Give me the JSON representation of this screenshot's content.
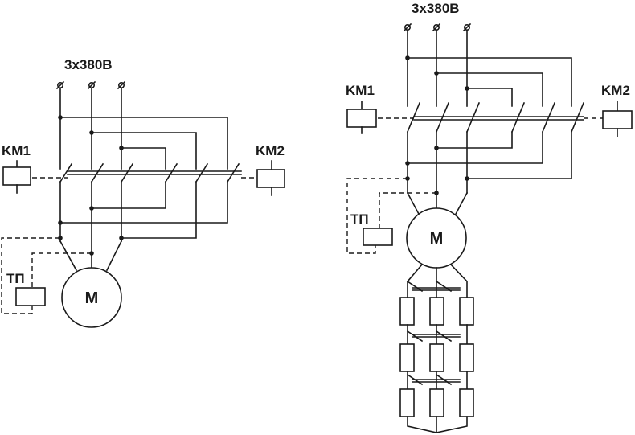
{
  "left_scheme": {
    "supply_label": "3x380B",
    "contactor_1": "KM1",
    "contactor_2": "KM2",
    "thermal_relay": "TП",
    "motor": "M"
  },
  "right_scheme": {
    "supply_label": "3x380B",
    "contactor_1": "KM1",
    "contactor_2": "KM2",
    "thermal_relay": "TП",
    "motor": "M"
  }
}
